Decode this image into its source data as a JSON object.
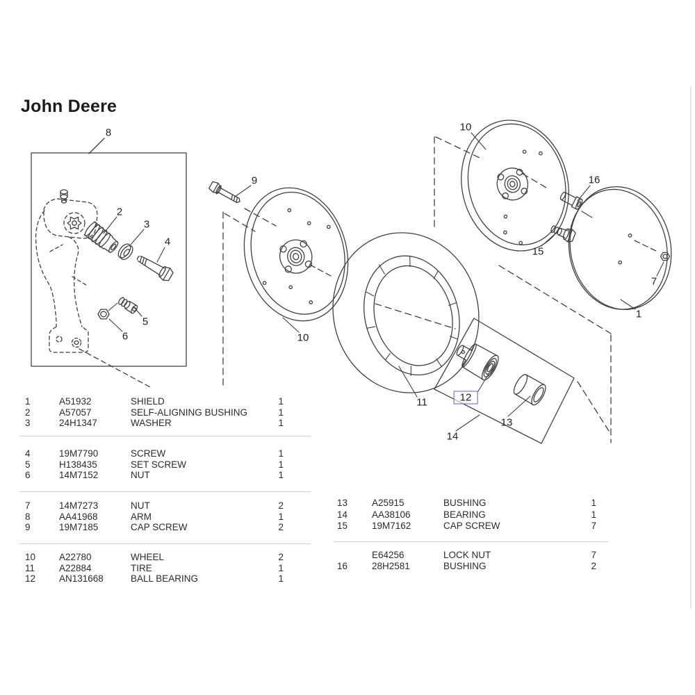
{
  "title": "John Deere",
  "diagram": {
    "line_color": "#3f3f3f",
    "highlight_color": "#6161cf",
    "callouts": {
      "disc_shield": "1",
      "self_aligning_bushing": "2",
      "washer": "3",
      "screw": "4",
      "set_screw": "5",
      "nut": "6",
      "nut_outer": "7",
      "arm_box": "8",
      "cap_screw_wheel": "9",
      "wheel_left": "10",
      "wheel_right": "10",
      "tire": "11",
      "ball_bearing": "12",
      "bushing_small": "13",
      "bearing_box": "14",
      "cap_screw_right": "15",
      "bushing_right": "16"
    }
  },
  "parts_list_left": {
    "groups": [
      {
        "rows": [
          {
            "ref": "1",
            "part_number": "A51932",
            "description": "SHIELD",
            "qty": "1"
          },
          {
            "ref": "2",
            "part_number": "A57057",
            "description": "SELF-ALIGNING BUSHING",
            "qty": "1"
          },
          {
            "ref": "3",
            "part_number": "24H1347",
            "description": "WASHER",
            "qty": "1"
          }
        ]
      },
      {
        "rows": [
          {
            "ref": "4",
            "part_number": "19M7790",
            "description": "SCREW",
            "qty": "1"
          },
          {
            "ref": "5",
            "part_number": "H138435",
            "description": "SET SCREW",
            "qty": "1"
          },
          {
            "ref": "6",
            "part_number": "14M7152",
            "description": "NUT",
            "qty": "1"
          }
        ]
      },
      {
        "rows": [
          {
            "ref": "7",
            "part_number": "14M7273",
            "description": "NUT",
            "qty": "2"
          },
          {
            "ref": "8",
            "part_number": "AA41968",
            "description": "ARM",
            "qty": "1"
          },
          {
            "ref": "9",
            "part_number": "19M7185",
            "description": "CAP SCREW",
            "qty": "2"
          }
        ]
      },
      {
        "rows": [
          {
            "ref": "10",
            "part_number": "A22780",
            "description": "WHEEL",
            "qty": "2"
          },
          {
            "ref": "11",
            "part_number": "A22884",
            "description": "TIRE",
            "qty": "1"
          },
          {
            "ref": "12",
            "part_number": "AN131668",
            "description": "BALL BEARING",
            "qty": "1"
          }
        ]
      }
    ]
  },
  "parts_list_right": {
    "groups": [
      {
        "rows": [
          {
            "ref": "13",
            "part_number": "A25915",
            "description": "BUSHING",
            "qty": "1"
          },
          {
            "ref": "14",
            "part_number": "AA38106",
            "description": "BEARING",
            "qty": "1"
          },
          {
            "ref": "15",
            "part_number": "19M7162",
            "description": "CAP SCREW",
            "qty": "7"
          }
        ]
      },
      {
        "rows": [
          {
            "ref": "",
            "part_number": "E64256",
            "description": "LOCK NUT",
            "qty": "7"
          },
          {
            "ref": "16",
            "part_number": "28H2581",
            "description": "BUSHING",
            "qty": "2"
          }
        ]
      }
    ]
  }
}
